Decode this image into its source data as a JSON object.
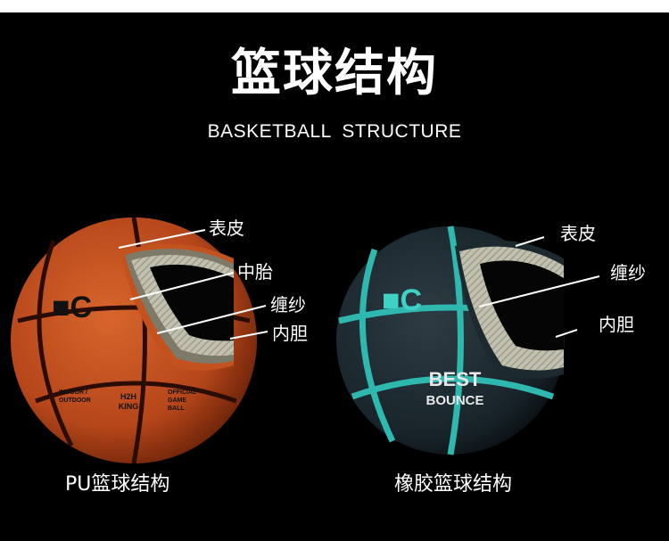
{
  "title": "篮球结构",
  "subtitle": "BASKETBALL STRUCTURE",
  "pu_ball": {
    "layers": [
      "表皮",
      "中胎",
      "缠纱",
      "内胆"
    ],
    "caption": "PU篮球结构",
    "print_lines": [
      "INDOOR /",
      "OUTDOOR",
      "OFFICIAL",
      "GAME",
      "BALL",
      "H2H",
      "KING"
    ]
  },
  "rubber_ball": {
    "layers": [
      "表皮",
      "缠纱",
      "内胆"
    ],
    "caption": "橡胶篮球结构",
    "print_lines": [
      "BEST",
      "BOUNCE"
    ]
  },
  "colors": {
    "background": "#000000",
    "pu_leather": "#c4521f",
    "rubber_teal": "#2fb8b0",
    "rubber_dark": "#1c2a30",
    "yarn": "#c9c7b6"
  },
  "icons": [
    "pu-basketball-illustration",
    "rubber-basketball-illustration"
  ]
}
